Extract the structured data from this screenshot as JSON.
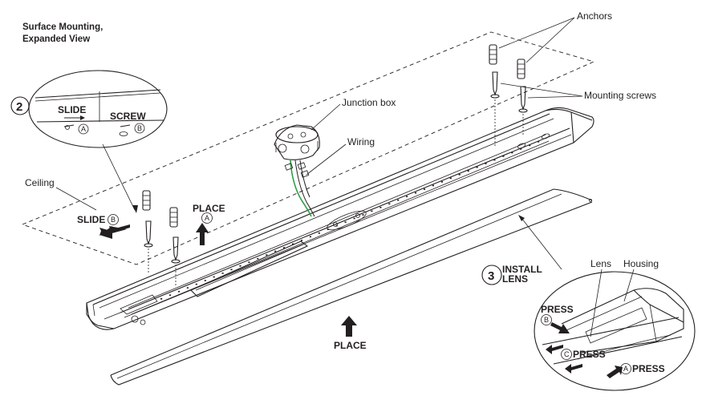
{
  "title_line1": "Surface Mounting,",
  "title_line2": "Expanded View",
  "labels": {
    "anchors": "Anchors",
    "junction_box": "Junction box",
    "wiring": "Wiring",
    "mounting_screws": "Mounting screws",
    "ceiling": "Ceiling",
    "lens": "Lens",
    "housing": "Housing"
  },
  "step2": {
    "number": "2",
    "slide": "SLIDE",
    "screw": "SCREW",
    "marker_a": "A",
    "marker_b": "B"
  },
  "step3": {
    "number": "3",
    "line1": "INSTALL",
    "line2": "LENS"
  },
  "actions": {
    "slide": "SLIDE",
    "slide_marker": "B",
    "place": "PLACE",
    "place_marker": "A",
    "place_lens": "PLACE"
  },
  "detail": {
    "press": "PRESS",
    "marker_a": "A",
    "marker_b": "B",
    "marker_c": "C"
  },
  "colors": {
    "line": "#231f20",
    "wire_green": "#2e9e47",
    "background": "#ffffff"
  }
}
